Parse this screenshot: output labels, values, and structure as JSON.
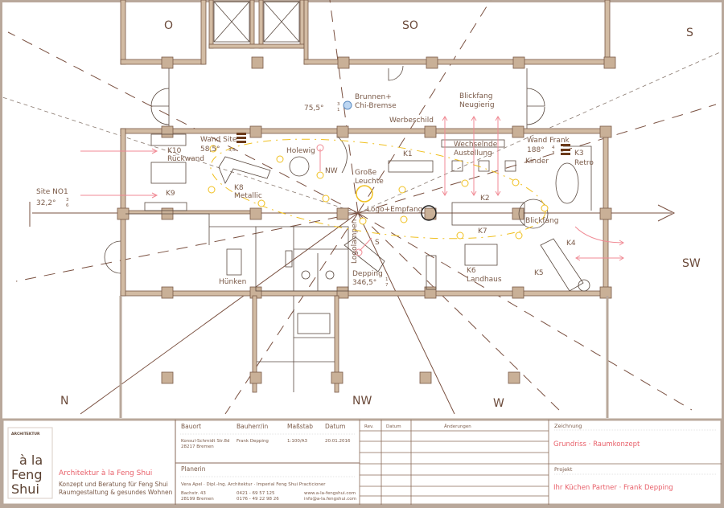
{
  "plan": {
    "directions": {
      "o": "O",
      "so": "SO",
      "s": "S",
      "sw": "SW",
      "w": "W",
      "nw": "NW",
      "n": "N",
      "nw_small": "NW"
    },
    "labels": {
      "brunnen_1": "Brunnen+",
      "brunnen_2": "Chi-Bremse",
      "brunnen_deg": "75,5°",
      "brunnen_frac_top": "3",
      "brunnen_frac_bot": "1",
      "werbeschild": "Werbeschild",
      "blickfang_1": "Blickfang",
      "blickfang_2": "Neugierig",
      "wand_site_1": "Wand Site",
      "wand_site_2": "58,5°",
      "wand_site_frac": "3/5",
      "k10": "K10",
      "k10_name": "Rückwand",
      "holewig": "Holewig",
      "k1": "K1",
      "wechsel_1": "Wechselnde",
      "wechsel_2": "Austellung",
      "wand_frank_1": "Wand Frank",
      "wand_frank_2": "188°",
      "wand_frank_frac_top": "4",
      "wand_frank_frac_bot": "3",
      "kinder": "Kinder",
      "k3": "K3",
      "k3_name": "Retro",
      "site_no1_1": "Site  NO1",
      "site_no1_2": "32,2°",
      "site_no1_frac_top": "3",
      "site_no1_frac_bot": "6",
      "k9": "K9",
      "k8": "K8",
      "k8_name": "Metallic",
      "grosse_1": "Große",
      "grosse_2": "Leuchte",
      "k2": "K2",
      "logo_empfang": "Logo+Empfang",
      "blickfang_k": "Blickfang",
      "k7": "K7",
      "k4": "K4",
      "logolampen": "Logolampen",
      "depping_1": "Depping",
      "depping_2": "346,5°",
      "depping_frac_top": "1",
      "depping_frac_bot": "7",
      "s_mark": "S",
      "k6": "K6",
      "k6_name": "Landhaus",
      "k5": "K5",
      "huenken": "Hünken"
    }
  },
  "titleblock": {
    "logo": {
      "top": "ARCHITEKTUR",
      "line1": "à la",
      "line2": "Feng",
      "line3": "Shui"
    },
    "firm_name": "Architektur à la Feng Shui",
    "tagline_1": "Konzept und Beratung für Feng Shui",
    "tagline_2": "Raumgestaltung & gesundes Wohnen",
    "headers": {
      "bauort": "Bauort",
      "bauherr": "Bauherr/in",
      "massstab": "Maßstab",
      "datum": "Datum"
    },
    "values": {
      "bauort_1": "Konsul-Schmidt Str.8d",
      "bauort_2": "28217 Bremen",
      "bauherr": "Frank Depping",
      "massstab": "1:100/A3",
      "datum": "20.01.2016"
    },
    "planerin": {
      "label": "Planerin",
      "line": "Vera Apel  ·  Dipl.-Ing. Architektur  ·  Imperial Feng Shui Practicioner",
      "street": "Bachstr. 43",
      "city": "28199 Bremen",
      "phone1": "0421 - 69 57 125",
      "phone2": "0176 - 49 22 98 26",
      "web": "www.a-la-fengshui.com",
      "mail": "info@a-la.fengshui.com"
    },
    "revisions": {
      "rev": "Rev.",
      "datum": "Datum",
      "aenderungen": "Änderungen"
    },
    "zeichnung": {
      "label": "Zeichnung",
      "value": "Grundriss · Raumkonzept"
    },
    "projekt": {
      "label": "Projekt",
      "value": "Ihr Küchen Partner · Frank Depping"
    }
  },
  "colors": {
    "accent": "#e8606a",
    "wall": "#d2bba3",
    "ink": "#7a5a48",
    "energy": "#f0c020"
  }
}
